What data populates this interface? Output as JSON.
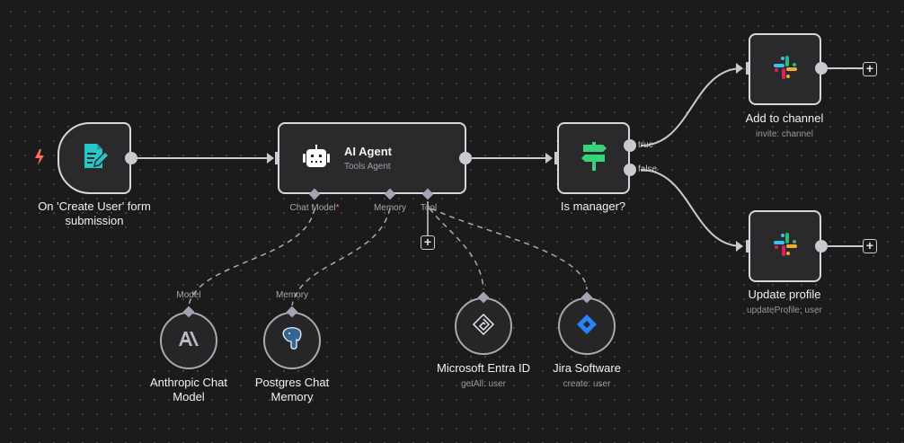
{
  "canvas": {
    "background": "#1b1b1c",
    "node_border": "#d8d8dc",
    "node_fill": "#2a2a2c",
    "connection_color": "#c9c9d1"
  },
  "nodes": {
    "trigger": {
      "label": "On 'Create User' form submission",
      "label_line1": "On 'Create User' form",
      "label_line2": "submission",
      "icon": "form-edit-icon",
      "icon_color": "#26c6c9",
      "trigger_icon": "lightning-bolt-icon",
      "trigger_icon_color": "#ff6d5a"
    },
    "ai_agent": {
      "title": "AI Agent",
      "subtitle": "Tools Agent",
      "icon": "robot-icon",
      "ports": {
        "chat_model": "Chat Model",
        "chat_model_required": "*",
        "memory": "Memory",
        "tool": "Tool"
      }
    },
    "if_node": {
      "label": "Is manager?",
      "icon": "signpost-icon",
      "icon_color": "#35d67a",
      "outputs": {
        "true": "true",
        "false": "false"
      }
    },
    "add_to_channel": {
      "label": "Add to channel",
      "sublabel": "invite: channel",
      "icon": "slack-icon"
    },
    "update_profile": {
      "label": "Update profile",
      "sublabel": "updateProfile: user",
      "icon": "slack-icon"
    },
    "anthropic": {
      "port_label": "Model",
      "label_line1": "Anthropic Chat",
      "label_line2": "Model",
      "icon": "anthropic-icon"
    },
    "postgres": {
      "port_label": "Memory",
      "label_line1": "Postgres Chat",
      "label_line2": "Memory",
      "icon": "postgres-elephant-icon"
    },
    "entra": {
      "label": "Microsoft Entra ID",
      "sublabel": "getAll: user",
      "icon": "microsoft-entra-icon"
    },
    "jira": {
      "label": "Jira Software",
      "sublabel": "create: user",
      "icon": "jira-icon"
    }
  },
  "add_buttons": {
    "symbol": "+"
  }
}
